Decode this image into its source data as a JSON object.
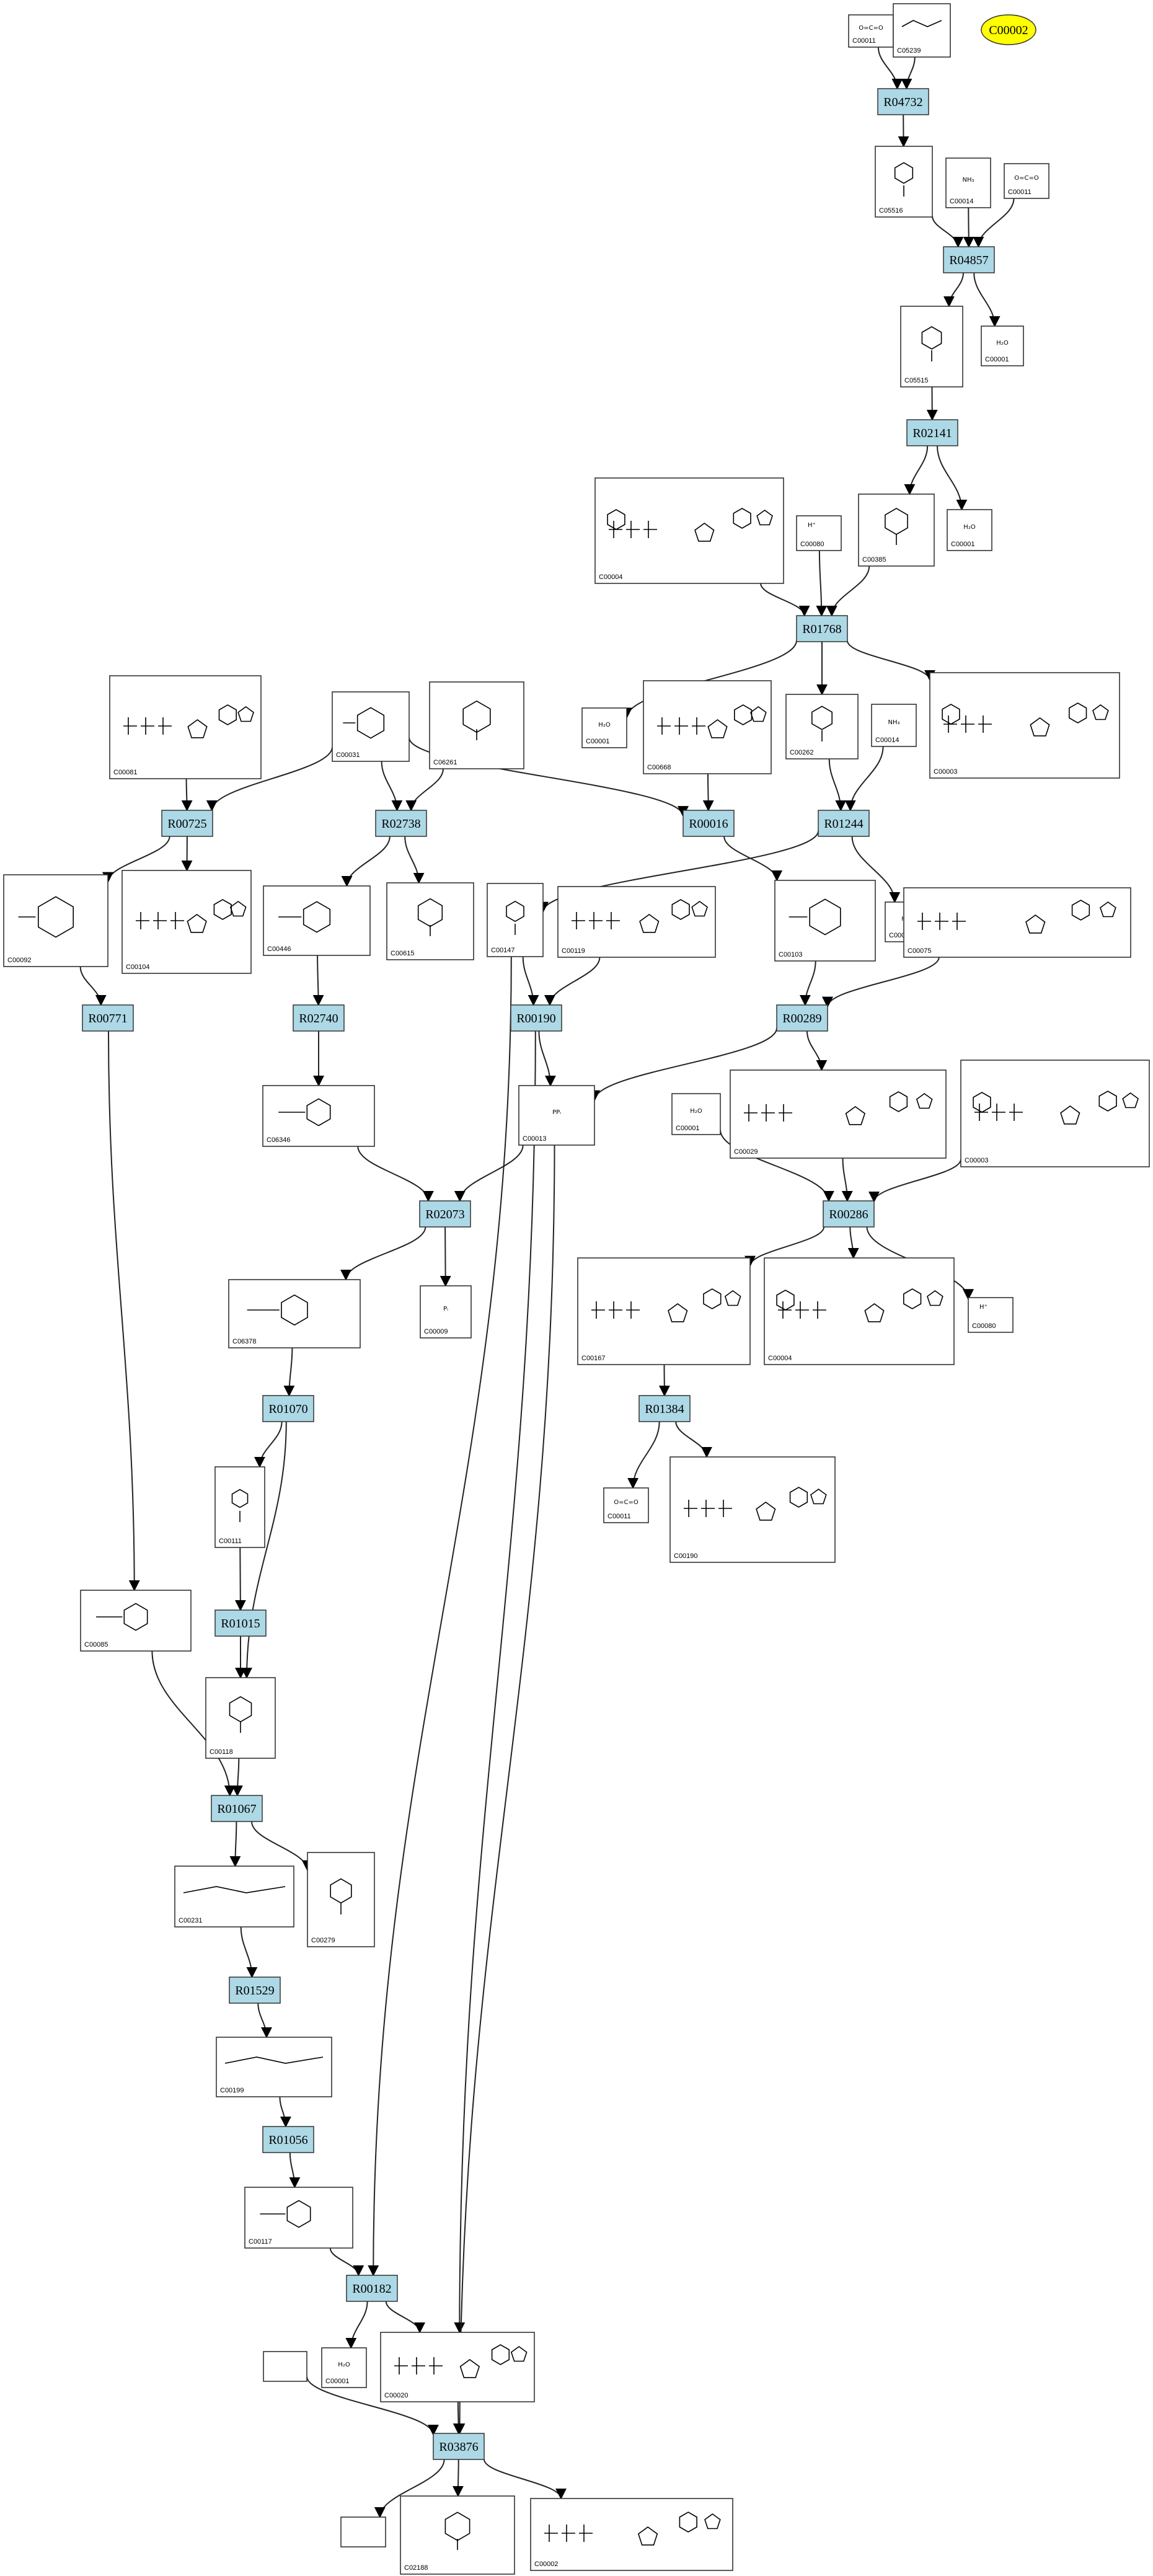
{
  "start_node": {
    "id": "C00002"
  },
  "reactions": [
    {
      "key": "R04732",
      "label": "R04732"
    },
    {
      "key": "R04857",
      "label": "R04857"
    },
    {
      "key": "R02141",
      "label": "R02141"
    },
    {
      "key": "R01768",
      "label": "R01768"
    },
    {
      "key": "R00725",
      "label": "R00725"
    },
    {
      "key": "R02738",
      "label": "R02738"
    },
    {
      "key": "R00016",
      "label": "R00016"
    },
    {
      "key": "R01244",
      "label": "R01244"
    },
    {
      "key": "R00771",
      "label": "R00771"
    },
    {
      "key": "R02740",
      "label": "R02740"
    },
    {
      "key": "R00190",
      "label": "R00190"
    },
    {
      "key": "R00289",
      "label": "R00289"
    },
    {
      "key": "R02073",
      "label": "R02073"
    },
    {
      "key": "R00286",
      "label": "R00286"
    },
    {
      "key": "R01070",
      "label": "R01070"
    },
    {
      "key": "R01384",
      "label": "R01384"
    },
    {
      "key": "R01015",
      "label": "R01015"
    },
    {
      "key": "R01067",
      "label": "R01067"
    },
    {
      "key": "R01529",
      "label": "R01529"
    },
    {
      "key": "R01056",
      "label": "R01056"
    },
    {
      "key": "R00182",
      "label": "R00182"
    },
    {
      "key": "R03876",
      "label": "R03876"
    }
  ],
  "compounds": [
    {
      "key": "c00011a",
      "id": "C00011"
    },
    {
      "key": "c05239",
      "id": "C05239"
    },
    {
      "key": "c05516",
      "id": "C05516"
    },
    {
      "key": "c00014a",
      "id": "C00014"
    },
    {
      "key": "c00011b",
      "id": "C00011"
    },
    {
      "key": "c05515",
      "id": "C05515"
    },
    {
      "key": "c00001a",
      "id": "C00001"
    },
    {
      "key": "c00004a",
      "id": "C00004"
    },
    {
      "key": "c00080a",
      "id": "C00080",
      "glyph": "H⁺"
    },
    {
      "key": "c00385",
      "id": "C00385"
    },
    {
      "key": "c00001b",
      "id": "C00001"
    },
    {
      "key": "c00081",
      "id": "C00081"
    },
    {
      "key": "c00031",
      "id": "C00031"
    },
    {
      "key": "c06261",
      "id": "C06261"
    },
    {
      "key": "c00001c",
      "id": "C00001"
    },
    {
      "key": "c00668",
      "id": "C00668"
    },
    {
      "key": "c00262",
      "id": "C00262"
    },
    {
      "key": "c00014b",
      "id": "C00014"
    },
    {
      "key": "c00003a",
      "id": "C00003"
    },
    {
      "key": "c00092",
      "id": "C00092"
    },
    {
      "key": "c00104",
      "id": "C00104"
    },
    {
      "key": "c00446",
      "id": "C00446"
    },
    {
      "key": "c00615",
      "id": "C00615"
    },
    {
      "key": "c00147",
      "id": "C00147"
    },
    {
      "key": "c00119",
      "id": "C00119"
    },
    {
      "key": "c00103",
      "id": "C00103"
    },
    {
      "key": "c00001d",
      "id": "C00001"
    },
    {
      "key": "c00075",
      "id": "C00075"
    },
    {
      "key": "c06346",
      "id": "C06346"
    },
    {
      "key": "c00013",
      "id": "C00013"
    },
    {
      "key": "c00001e",
      "id": "C00001"
    },
    {
      "key": "c00029",
      "id": "C00029"
    },
    {
      "key": "c00003b",
      "id": "C00003"
    },
    {
      "key": "c06378",
      "id": "C06378"
    },
    {
      "key": "c00009",
      "id": "C00009"
    },
    {
      "key": "c00167",
      "id": "C00167"
    },
    {
      "key": "c00004b",
      "id": "C00004"
    },
    {
      "key": "c00080b",
      "id": "C00080",
      "glyph": "H⁺"
    },
    {
      "key": "c00111",
      "id": "C00111"
    },
    {
      "key": "c00011c",
      "id": "C00011"
    },
    {
      "key": "c00190",
      "id": "C00190"
    },
    {
      "key": "c00085",
      "id": "C00085"
    },
    {
      "key": "c00118",
      "id": "C00118"
    },
    {
      "key": "c00231",
      "id": "C00231"
    },
    {
      "key": "c00279",
      "id": "C00279"
    },
    {
      "key": "c00199",
      "id": "C00199"
    },
    {
      "key": "c00117",
      "id": "C00117"
    },
    {
      "key": "c00001f",
      "id": "C00001"
    },
    {
      "key": "c00020",
      "id": "C00020"
    },
    {
      "key": "blank1",
      "id": ""
    },
    {
      "key": "blank2",
      "id": ""
    },
    {
      "key": "c02188",
      "id": "C02188"
    },
    {
      "key": "c00002",
      "id": "C00002"
    }
  ],
  "edges": [
    [
      "c00011a",
      "R04732"
    ],
    [
      "c05239",
      "R04732"
    ],
    [
      "R04732",
      "c05516"
    ],
    [
      "c05516",
      "R04857"
    ],
    [
      "c00014a",
      "R04857"
    ],
    [
      "c00011b",
      "R04857"
    ],
    [
      "R04857",
      "c05515"
    ],
    [
      "R04857",
      "c00001a"
    ],
    [
      "c05515",
      "R02141"
    ],
    [
      "R02141",
      "c00385"
    ],
    [
      "R02141",
      "c00001b"
    ],
    [
      "c00004a",
      "R01768"
    ],
    [
      "c00080a",
      "R01768"
    ],
    [
      "c00385",
      "R01768"
    ],
    [
      "R01768",
      "c00001c"
    ],
    [
      "R01768",
      "c00262"
    ],
    [
      "R01768",
      "c00003a"
    ],
    [
      "c00081",
      "R00725"
    ],
    [
      "c00031",
      "R00725"
    ],
    [
      "R00725",
      "c00092"
    ],
    [
      "R00725",
      "c00104"
    ],
    [
      "c00031",
      "R02738"
    ],
    [
      "c06261",
      "R02738"
    ],
    [
      "R02738",
      "c00446"
    ],
    [
      "R02738",
      "c00615"
    ],
    [
      "c00031",
      "R00016"
    ],
    [
      "c00668",
      "R00016"
    ],
    [
      "R00016",
      "c00103"
    ],
    [
      "c00262",
      "R01244"
    ],
    [
      "c00014b",
      "R01244"
    ],
    [
      "R01244",
      "c00147"
    ],
    [
      "R01244",
      "c00001d"
    ],
    [
      "c00092",
      "R00771"
    ],
    [
      "R00771",
      "c00085"
    ],
    [
      "c00446",
      "R02740"
    ],
    [
      "R02740",
      "c06346"
    ],
    [
      "c00147",
      "R00190"
    ],
    [
      "c00119",
      "R00190"
    ],
    [
      "R00190",
      "c00013"
    ],
    [
      "R00190",
      "c00020"
    ],
    [
      "c00103",
      "R00289"
    ],
    [
      "c00075",
      "R00289"
    ],
    [
      "R00289",
      "c00013"
    ],
    [
      "R00289",
      "c00029"
    ],
    [
      "c06346",
      "R02073"
    ],
    [
      "c00013",
      "R02073"
    ],
    [
      "R02073",
      "c06378"
    ],
    [
      "R02073",
      "c00009"
    ],
    [
      "c00001e",
      "R00286"
    ],
    [
      "c00029",
      "R00286"
    ],
    [
      "c00003b",
      "R00286"
    ],
    [
      "R00286",
      "c00167"
    ],
    [
      "R00286",
      "c00004b"
    ],
    [
      "R00286",
      "c00080b"
    ],
    [
      "c06378",
      "R01070"
    ],
    [
      "R01070",
      "c00111"
    ],
    [
      "R01070",
      "c00118"
    ],
    [
      "c00167",
      "R01384"
    ],
    [
      "R01384",
      "c00011c"
    ],
    [
      "R01384",
      "c00190"
    ],
    [
      "c00111",
      "R01015"
    ],
    [
      "R01015",
      "c00118"
    ],
    [
      "c00085",
      "R01067"
    ],
    [
      "c00118",
      "R01067"
    ],
    [
      "R01067",
      "c00231"
    ],
    [
      "R01067",
      "c00279"
    ],
    [
      "c00231",
      "R01529"
    ],
    [
      "R01529",
      "c00199"
    ],
    [
      "c00199",
      "R01056"
    ],
    [
      "R01056",
      "c00117"
    ],
    [
      "c00147",
      "R00182"
    ],
    [
      "c00117",
      "R00182"
    ],
    [
      "R00182",
      "c00001f"
    ],
    [
      "R00182",
      "c00020"
    ],
    [
      "blank1",
      "R03876"
    ],
    [
      "c00020",
      "R03876"
    ],
    [
      "c00013",
      "R03876"
    ],
    [
      "R03876",
      "blank2"
    ],
    [
      "R03876",
      "c02188"
    ],
    [
      "R03876",
      "c00002"
    ]
  ]
}
